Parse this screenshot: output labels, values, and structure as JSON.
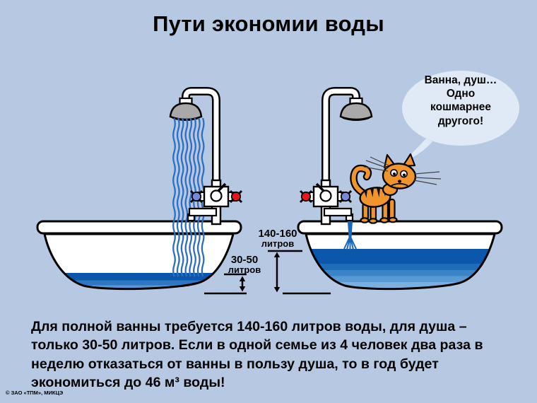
{
  "slide": {
    "title": "Пути экономии воды",
    "copyright": "© ЗАО «ТПМ», МИКЦЭ"
  },
  "speech_bubble": {
    "speaker": "cat",
    "lines": [
      "Ванна, душ…",
      "Одно",
      "кошмарнее",
      "другого!"
    ]
  },
  "measurements": {
    "shower": {
      "value": "30-50",
      "unit": "литров"
    },
    "bath": {
      "value": "140-160",
      "unit": "литров"
    }
  },
  "body_text": "Для полной ванны требуется 140-160 литров воды, для душа – только 30-50 литров. Если в одной семье из 4 человек два раза в неделю отказаться от ванны в пользу душа, то в год будет экономиться до 46 м³ воды!",
  "colors": {
    "background": "#b7c9e2",
    "bubble_fill": "#e0eaf6",
    "water_dark": "#0b57ac",
    "water_light": "#98c6ec",
    "stream_blue": "#2e6ec2",
    "cat_orange": "#f0942e",
    "hot_knob_red": "#e81420",
    "cold_knob_blue": "#7a86d8",
    "shower_head_gray": "#a9a9a9"
  }
}
